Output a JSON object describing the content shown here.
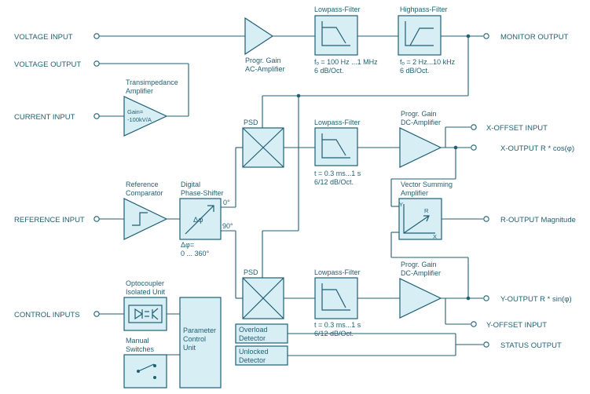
{
  "inputs": {
    "voltage_input": "VOLTAGE INPUT",
    "voltage_output": "VOLTAGE OUTPUT",
    "current_input": "CURRENT INPUT",
    "reference_input": "REFERENCE INPUT",
    "control_inputs": "CONTROL INPUTS"
  },
  "outputs": {
    "monitor_output": "MONITOR OUTPUT",
    "x_offset_input": "X-OFFSET INPUT",
    "x_output": "X-OUTPUT R * cos(φ)",
    "r_output": "R-OUTPUT Magnitude",
    "y_output": "Y-OUTPUT R * sin(φ)",
    "y_offset_input": "Y-OFFSET INPUT",
    "status_output": "STATUS OUTPUT"
  },
  "blocks": {
    "ac_amp": {
      "line1": "Progr. Gain",
      "line2": "AC-Amplifier"
    },
    "lp_top": {
      "title": "Lowpass-Filter",
      "spec1": "fₒ = 100 Hz ...1 MHz",
      "spec2": "6 dB/Oct."
    },
    "hp_top": {
      "title": "Highpass-Filter",
      "spec1": "fₒ = 2 Hz...10 kHz",
      "spec2": "6 dB/Oct."
    },
    "transimp": {
      "line1": "Transimpedance",
      "line2": "Amplifier",
      "gain1": "Gain=",
      "gain2": "-100kV/A"
    },
    "ref_comp": {
      "line1": "Reference",
      "line2": "Comparator"
    },
    "phase_shifter": {
      "line1": "Digital",
      "line2": "Phase-Shifter",
      "symbol": "Δφ",
      "deg0": "0°",
      "deg90": "90°",
      "range1": "Δφ=",
      "range2": "0 ... 360°"
    },
    "psd_top": "PSD",
    "psd_bottom": "PSD",
    "lp_x": {
      "title": "Lowpass-Filter",
      "spec1": "t = 0.3 ms...1 s",
      "spec2": "6/12 dB/Oct."
    },
    "lp_y": {
      "title": "Lowpass-Filter",
      "spec1": "t = 0.3 ms...1 s",
      "spec2": "6/12 dB/Oct."
    },
    "dc_amp_x": {
      "line1": "Progr. Gain",
      "line2": "DC-Amplifier"
    },
    "dc_amp_y": {
      "line1": "Progr. Gain",
      "line2": "DC-Amplifier"
    },
    "vector": {
      "line1": "Vector Summing",
      "line2": "Amplifier",
      "y": "Y",
      "r": "R",
      "x": "X"
    },
    "optocoupler": {
      "line1": "Optocoupler",
      "line2": "Isolated Unit"
    },
    "manual": {
      "line1": "Manual",
      "line2": "Switches"
    },
    "param_unit": {
      "line1": "Parameter",
      "line2": "Control",
      "line3": "Unit"
    },
    "overload": {
      "line1": "Overload",
      "line2": "Detector"
    },
    "unlocked": {
      "line1": "Unlocked",
      "line2": "Detector"
    }
  }
}
